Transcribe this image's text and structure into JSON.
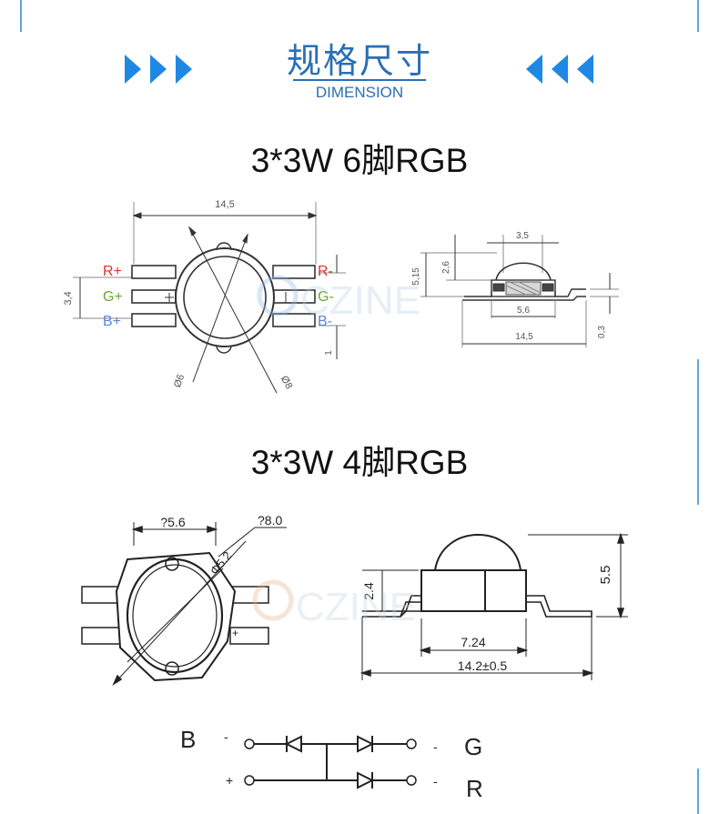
{
  "header": {
    "title": "规格尺寸",
    "subtitle": "DIMENSION"
  },
  "section1": {
    "title": "3*3W 6脚RGB",
    "front": {
      "width_dim": "14,5",
      "height_dim": "3,4",
      "dia_small": "Ø6",
      "dia_large": "Ø8",
      "tick": "1",
      "pins_left": [
        "R+",
        "G+",
        "B+"
      ],
      "pins_right": [
        "R-",
        "G-",
        "B-"
      ]
    },
    "side": {
      "lens_width": "3,5",
      "total_height": "5,15",
      "lens_height": "2,6",
      "body_width": "5,6",
      "overall_width": "14,5",
      "lead_thickness": "0,3"
    }
  },
  "section2": {
    "title": "3*3W 4脚RGB",
    "front": {
      "inner_dia": "?5.6",
      "outer_dia": "?8.0",
      "lens_dia": "Φ5.2",
      "plus_mark": "+"
    },
    "side": {
      "body_height": "2.4",
      "total_height": "5.5",
      "body_width": "7.24",
      "overall_width": "14.2±0.5"
    }
  },
  "circuit": {
    "label_b": "B",
    "label_g": "G",
    "label_r": "R",
    "minus": "-",
    "plus": "+"
  },
  "watermark": "CZINE",
  "colors": {
    "accent": "#2a6fb6",
    "red": "#d9352b",
    "green": "#6aa82e",
    "blue": "#5b86d6"
  }
}
